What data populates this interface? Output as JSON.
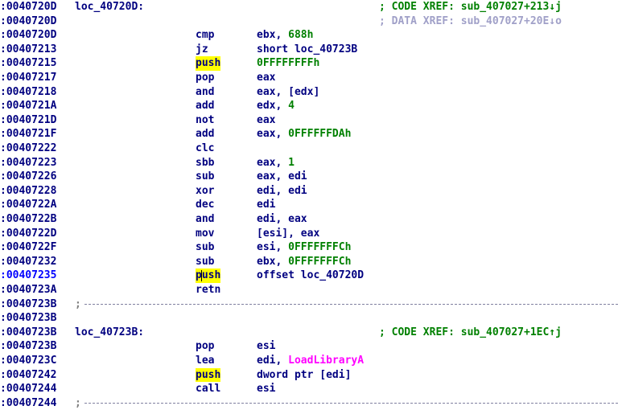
{
  "listing": {
    "lines": [
      {
        "addr": ":0040720D",
        "label": "loc_40720D:",
        "comment": "; CODE XREF: sub_407027+213↓j",
        "comment_type": "code"
      },
      {
        "addr": ":0040720D",
        "comment": "; DATA XREF: sub_407027+20E↓o",
        "comment_type": "data"
      },
      {
        "addr": ":0040720D",
        "mnemonic": "cmp",
        "operands": [
          {
            "t": "ebx, "
          },
          {
            "t": "688h",
            "c": "num"
          }
        ]
      },
      {
        "addr": ":00407213",
        "mnemonic": "jz",
        "operands": [
          {
            "t": "short loc_40723B"
          }
        ]
      },
      {
        "addr": ":00407215",
        "mnemonic": "push",
        "highlight": true,
        "operands": [
          {
            "t": "0FFFFFFFFh",
            "c": "num"
          }
        ]
      },
      {
        "addr": ":00407217",
        "mnemonic": "pop",
        "operands": [
          {
            "t": "eax"
          }
        ]
      },
      {
        "addr": ":00407218",
        "mnemonic": "and",
        "operands": [
          {
            "t": "eax, [edx]"
          }
        ]
      },
      {
        "addr": ":0040721A",
        "mnemonic": "add",
        "operands": [
          {
            "t": "edx, "
          },
          {
            "t": "4",
            "c": "num"
          }
        ]
      },
      {
        "addr": ":0040721D",
        "mnemonic": "not",
        "operands": [
          {
            "t": "eax"
          }
        ]
      },
      {
        "addr": ":0040721F",
        "mnemonic": "add",
        "operands": [
          {
            "t": "eax, "
          },
          {
            "t": "0FFFFFFDAh",
            "c": "num"
          }
        ]
      },
      {
        "addr": ":00407222",
        "mnemonic": "clc",
        "operands": []
      },
      {
        "addr": ":00407223",
        "mnemonic": "sbb",
        "operands": [
          {
            "t": "eax, "
          },
          {
            "t": "1",
            "c": "num"
          }
        ]
      },
      {
        "addr": ":00407226",
        "mnemonic": "sub",
        "operands": [
          {
            "t": "eax, edi"
          }
        ]
      },
      {
        "addr": ":00407228",
        "mnemonic": "xor",
        "operands": [
          {
            "t": "edi, edi"
          }
        ]
      },
      {
        "addr": ":0040722A",
        "mnemonic": "dec",
        "operands": [
          {
            "t": "edi"
          }
        ]
      },
      {
        "addr": ":0040722B",
        "mnemonic": "and",
        "operands": [
          {
            "t": "edi, eax"
          }
        ]
      },
      {
        "addr": ":0040722D",
        "mnemonic": "mov",
        "operands": [
          {
            "t": "[esi], eax"
          }
        ]
      },
      {
        "addr": ":0040722F",
        "mnemonic": "sub",
        "operands": [
          {
            "t": "esi, "
          },
          {
            "t": "0FFFFFFFCh",
            "c": "num"
          }
        ]
      },
      {
        "addr": ":00407232",
        "mnemonic": "sub",
        "operands": [
          {
            "t": "ebx, "
          },
          {
            "t": "0FFFFFFFCh",
            "c": "num"
          }
        ]
      },
      {
        "addr": ":00407235",
        "active": true,
        "cursor": true,
        "mnemonic": "push",
        "highlight": true,
        "operands": [
          {
            "t": "offset loc_40720D"
          }
        ]
      },
      {
        "addr": ":0040723A",
        "mnemonic": "retn",
        "operands": []
      },
      {
        "addr": ":0040723B",
        "separator": true,
        "sep_text": ";"
      },
      {
        "addr": ":0040723B"
      },
      {
        "addr": ":0040723B",
        "label": "loc_40723B:",
        "comment": "; CODE XREF: sub_407027+1EC↑j",
        "comment_type": "code"
      },
      {
        "addr": ":0040723B",
        "mnemonic": "pop",
        "operands": [
          {
            "t": "esi"
          }
        ]
      },
      {
        "addr": ":0040723C",
        "mnemonic": "lea",
        "operands": [
          {
            "t": "edi, "
          },
          {
            "t": "LoadLibraryA",
            "c": "import"
          }
        ]
      },
      {
        "addr": ":00407242",
        "mnemonic": "push",
        "highlight": true,
        "operands": [
          {
            "t": "dword ptr [edi]"
          }
        ]
      },
      {
        "addr": ":00407244",
        "mnemonic": "call",
        "operands": [
          {
            "t": "esi"
          }
        ]
      },
      {
        "addr": ":00407244",
        "separator": true,
        "sep_text": ";"
      }
    ]
  },
  "colors": {
    "background": "#ffffff",
    "text": "#000080",
    "active_address": "#0000ff",
    "code_comment": "#008000",
    "data_comment": "#a0a0c8",
    "numeric": "#008000",
    "import": "#ff00ff",
    "highlight": "#ffff00"
  }
}
